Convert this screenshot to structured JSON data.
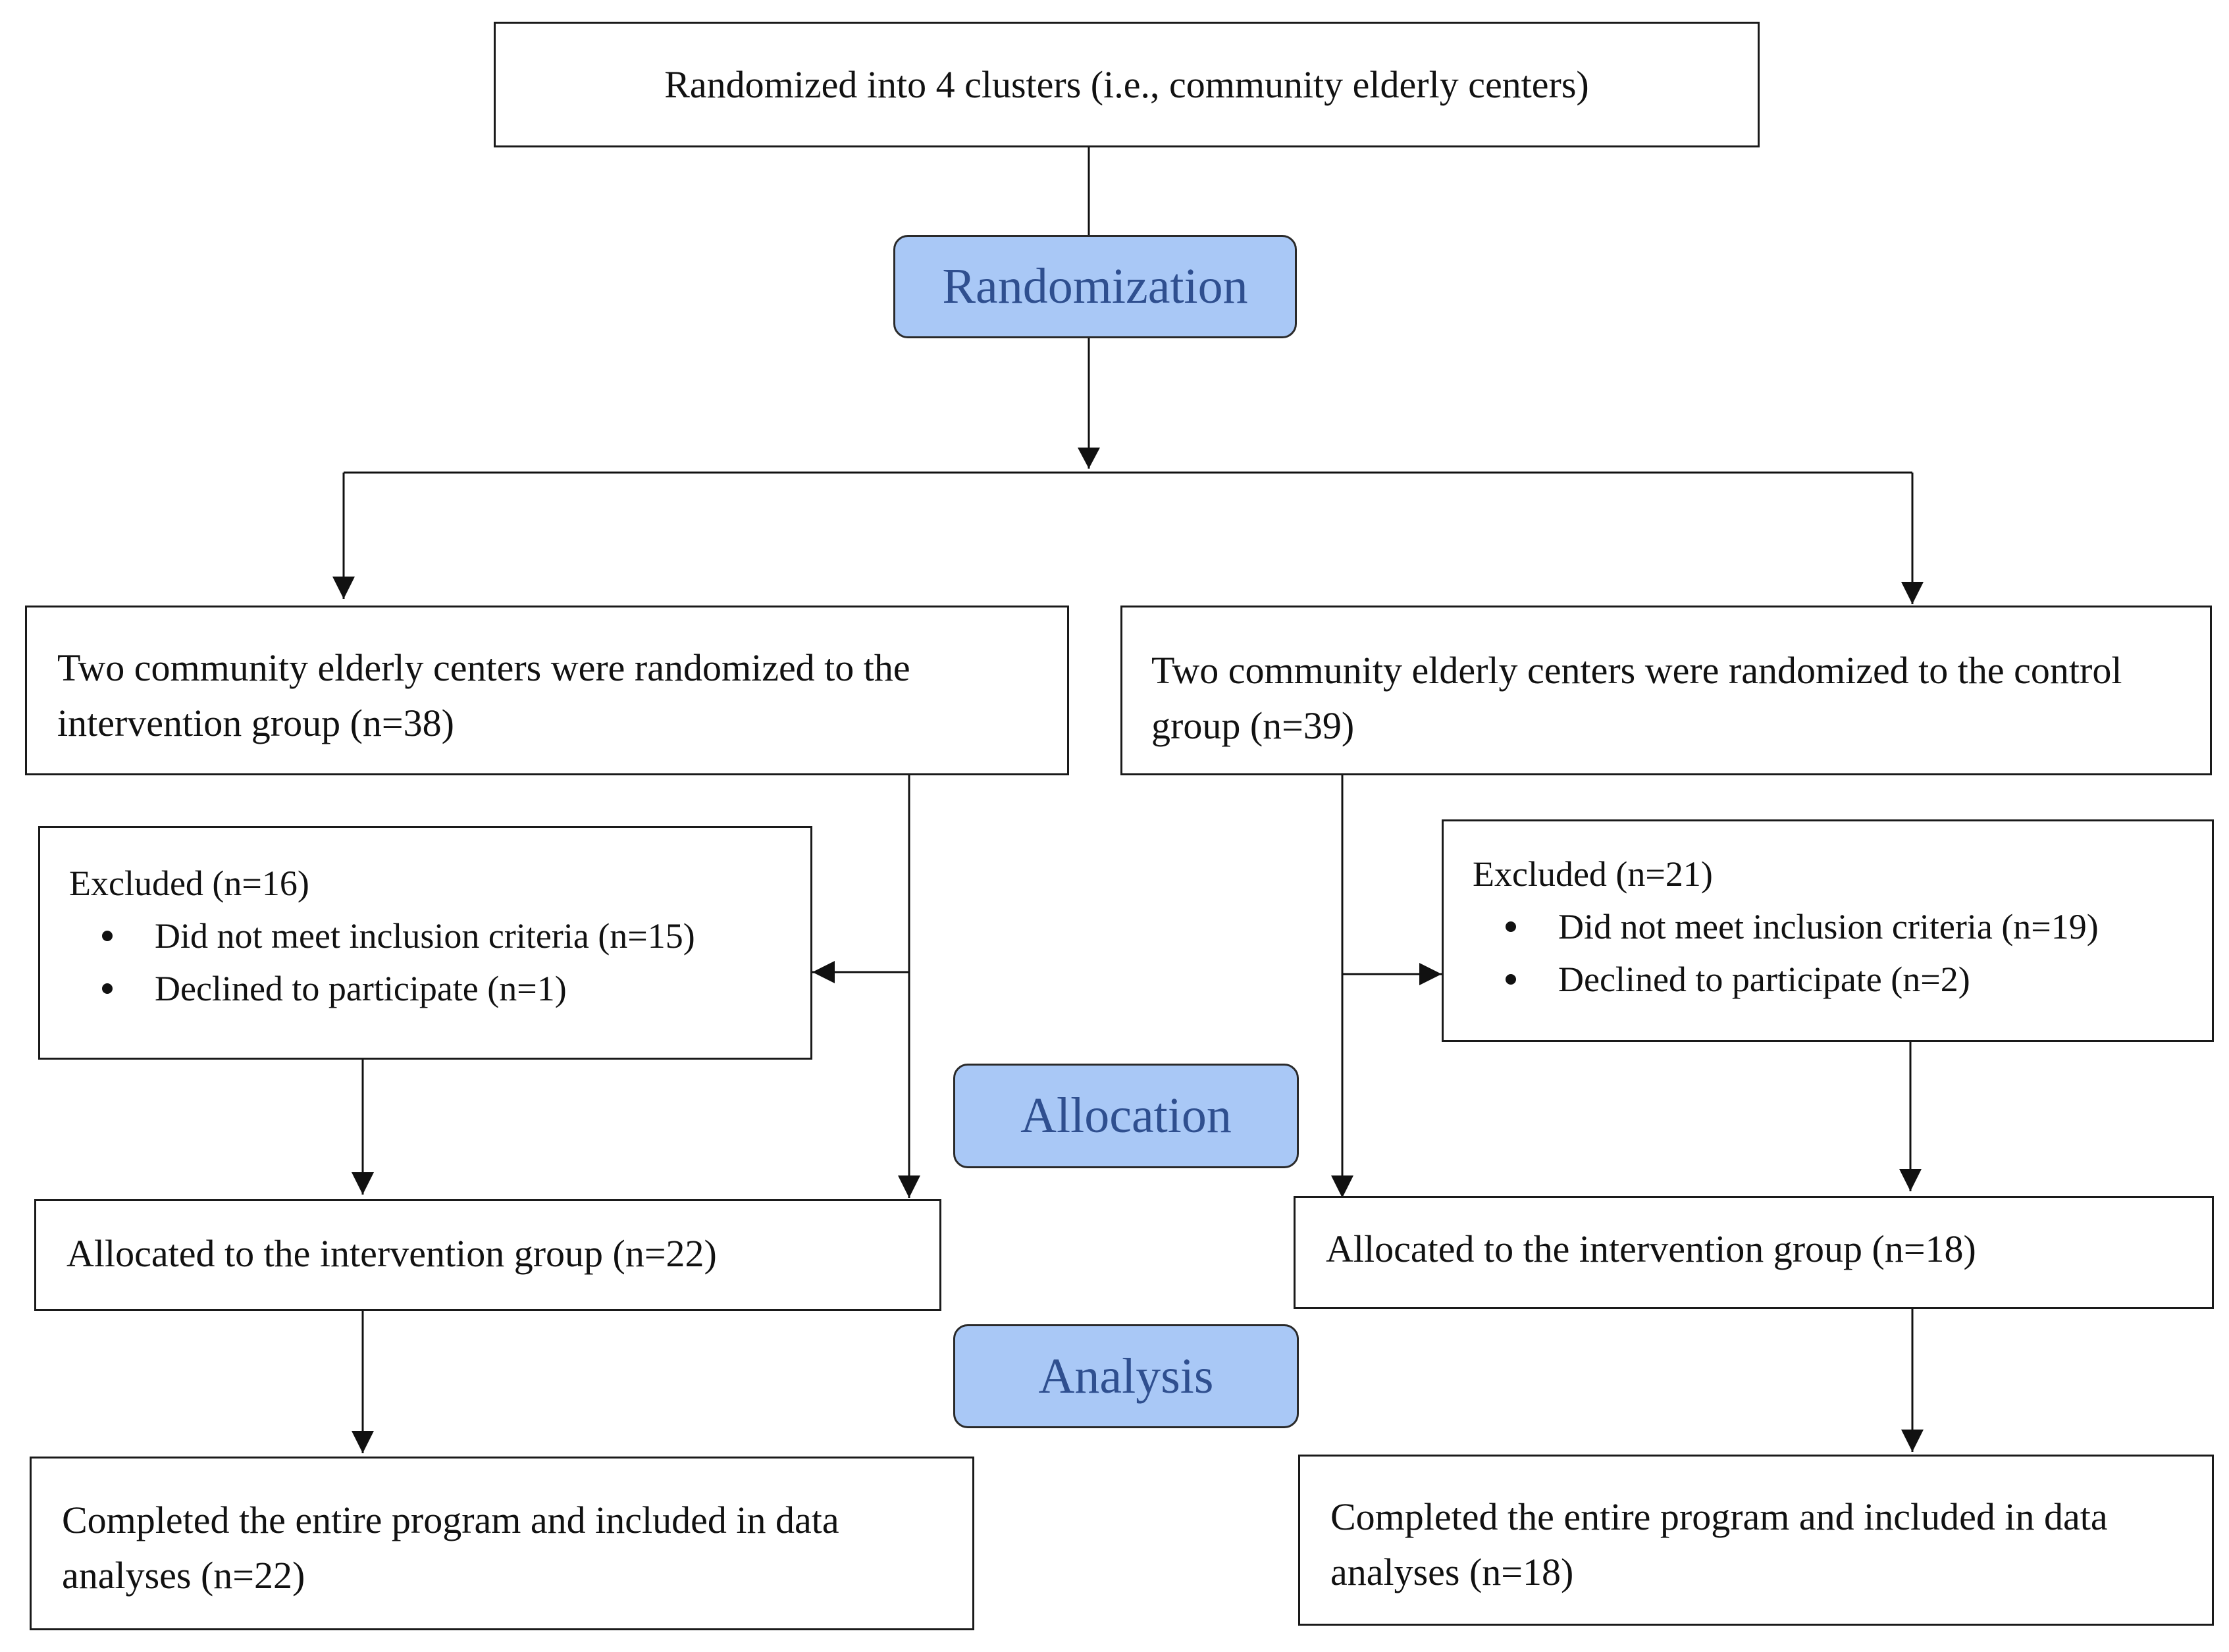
{
  "top": {
    "text": "Randomized into 4 clusters (i.e., community elderly centers)"
  },
  "stages": {
    "randomization": "Randomization",
    "allocation": "Allocation",
    "analysis": "Analysis"
  },
  "left": {
    "group": "Two community elderly centers were randomized to the intervention group (n=38)",
    "excluded": {
      "title": "Excluded (n=16)",
      "items": [
        "Did not meet inclusion criteria (n=15)",
        "Declined to participate (n=1)"
      ]
    },
    "allocated": "Allocated to the intervention group (n=22)",
    "completed": "Completed the entire program and included in data analyses (n=22)"
  },
  "right": {
    "group": "Two community elderly centers were randomized to the control group (n=39)",
    "excluded": {
      "title": "Excluded (n=21)",
      "items": [
        "Did not meet inclusion criteria (n=19)",
        "Declined to participate (n=2)"
      ]
    },
    "allocated": "Allocated to the intervention group (n=18)",
    "completed": "Completed the entire program and included in data analyses (n=18)"
  }
}
